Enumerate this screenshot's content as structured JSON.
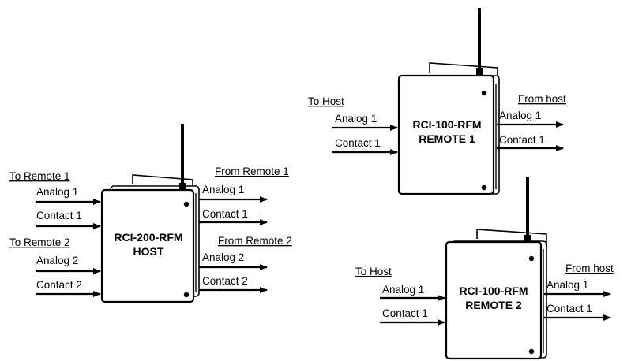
{
  "colors": {
    "line": "#000000",
    "background": "#ffffff"
  },
  "host": {
    "name_line1": "RCI-200-RFM",
    "name_line2": "HOST",
    "to_remote1": "To Remote 1",
    "to_remote2": "To Remote 2",
    "from_remote1": "From Remote 1",
    "from_remote2": "From Remote 2",
    "in_analog1": "Analog 1",
    "in_contact1": "Contact 1",
    "in_analog2": "Analog 2",
    "in_contact2": "Contact 2",
    "out_analog1": "Analog 1",
    "out_contact1": "Contact 1",
    "out_analog2": "Analog 2",
    "out_contact2": "Contact 2"
  },
  "remote1": {
    "name_line1": "RCI-100-RFM",
    "name_line2": "REMOTE 1",
    "to_host": "To Host",
    "from_host": "From host",
    "in_analog1": "Analog 1",
    "in_contact1": "Contact 1",
    "out_analog1": "Analog 1",
    "out_contact1": "Contact 1"
  },
  "remote2": {
    "name_line1": "RCI-100-RFM",
    "name_line2": "REMOTE 2",
    "to_host": "To Host",
    "from_host": "From host",
    "in_analog1": "Analog 1",
    "in_contact1": "Contact 1",
    "out_analog1": "Analog 1",
    "out_contact1": "Contact 1"
  }
}
